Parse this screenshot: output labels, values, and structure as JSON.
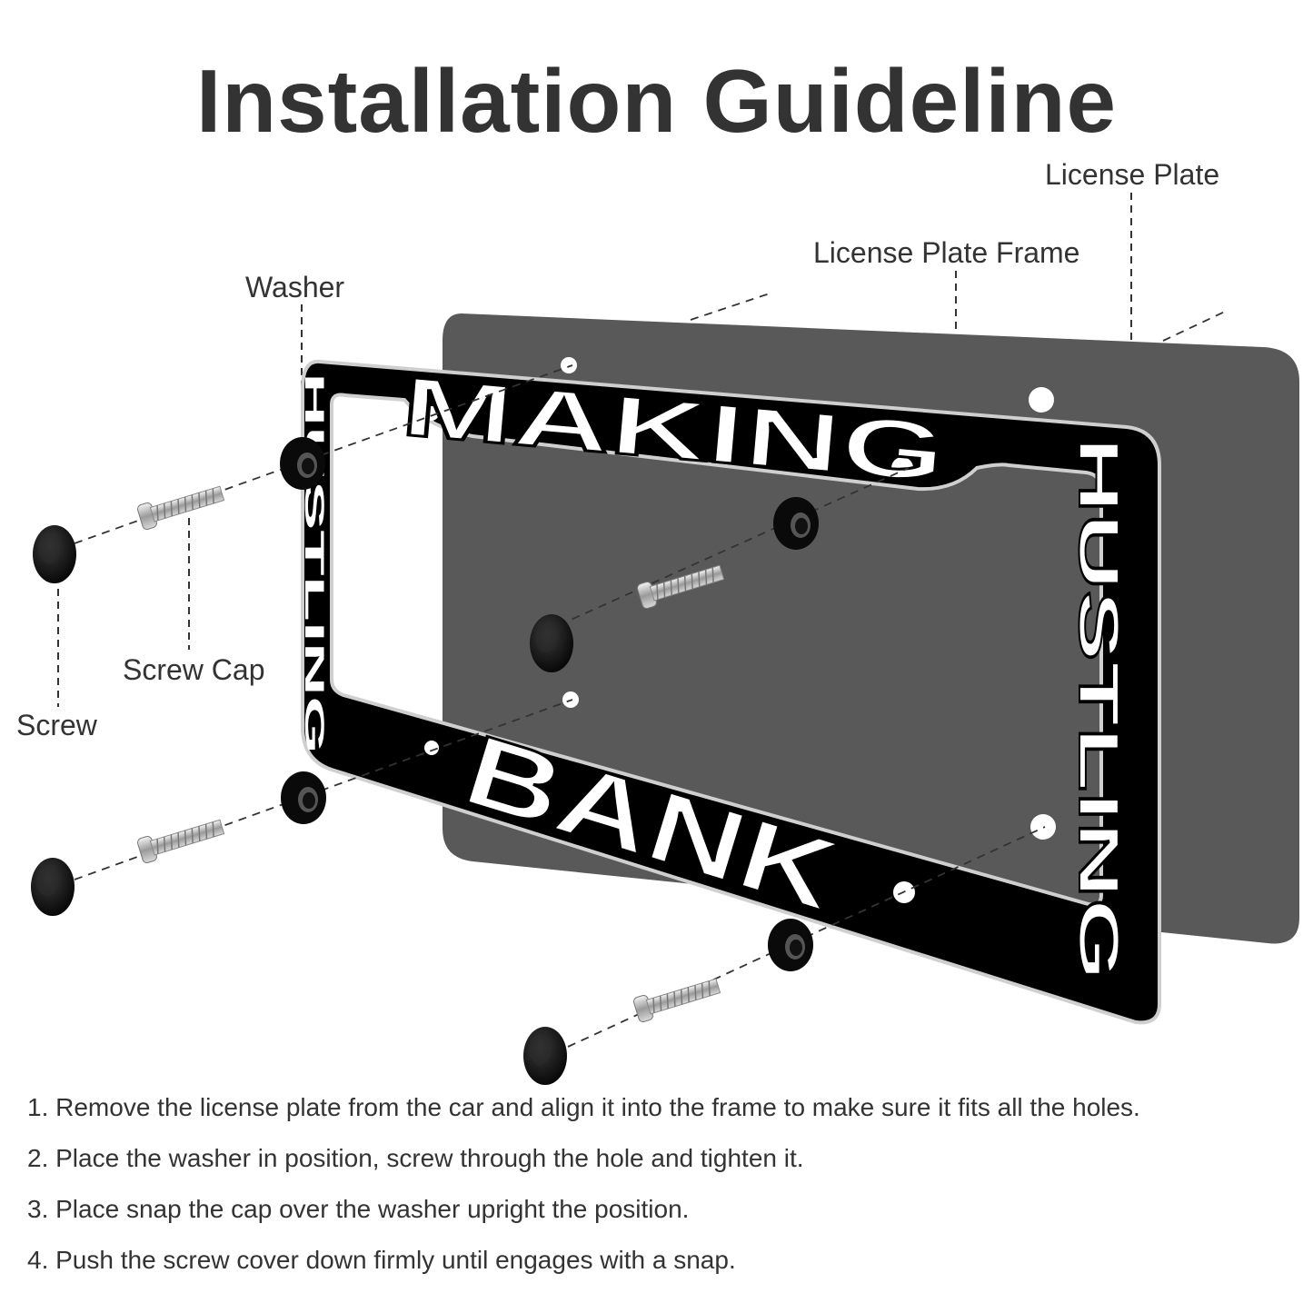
{
  "title": "Installation Guideline",
  "labels": {
    "license_plate": "License Plate",
    "license_plate_frame": "License Plate Frame",
    "washer": "Washer",
    "screw_cap": "Screw Cap",
    "screw": "Screw"
  },
  "frame_text": {
    "top": "MAKING",
    "bottom": "BANK",
    "right": "HUSTLING",
    "left": "HUSTLING"
  },
  "steps": [
    "1. Remove the license plate from the car and align it into the frame to make sure it fits all the holes.",
    "2. Place the washer in position, screw through the hole and tighten it.",
    "3. Place snap the cap over the washer upright the position.",
    "4. Push the screw cover down firmly until engages with a snap."
  ],
  "colors": {
    "plate": "#595959",
    "frame": "#000000",
    "frame_text": "#ffffff",
    "text": "#333333"
  }
}
